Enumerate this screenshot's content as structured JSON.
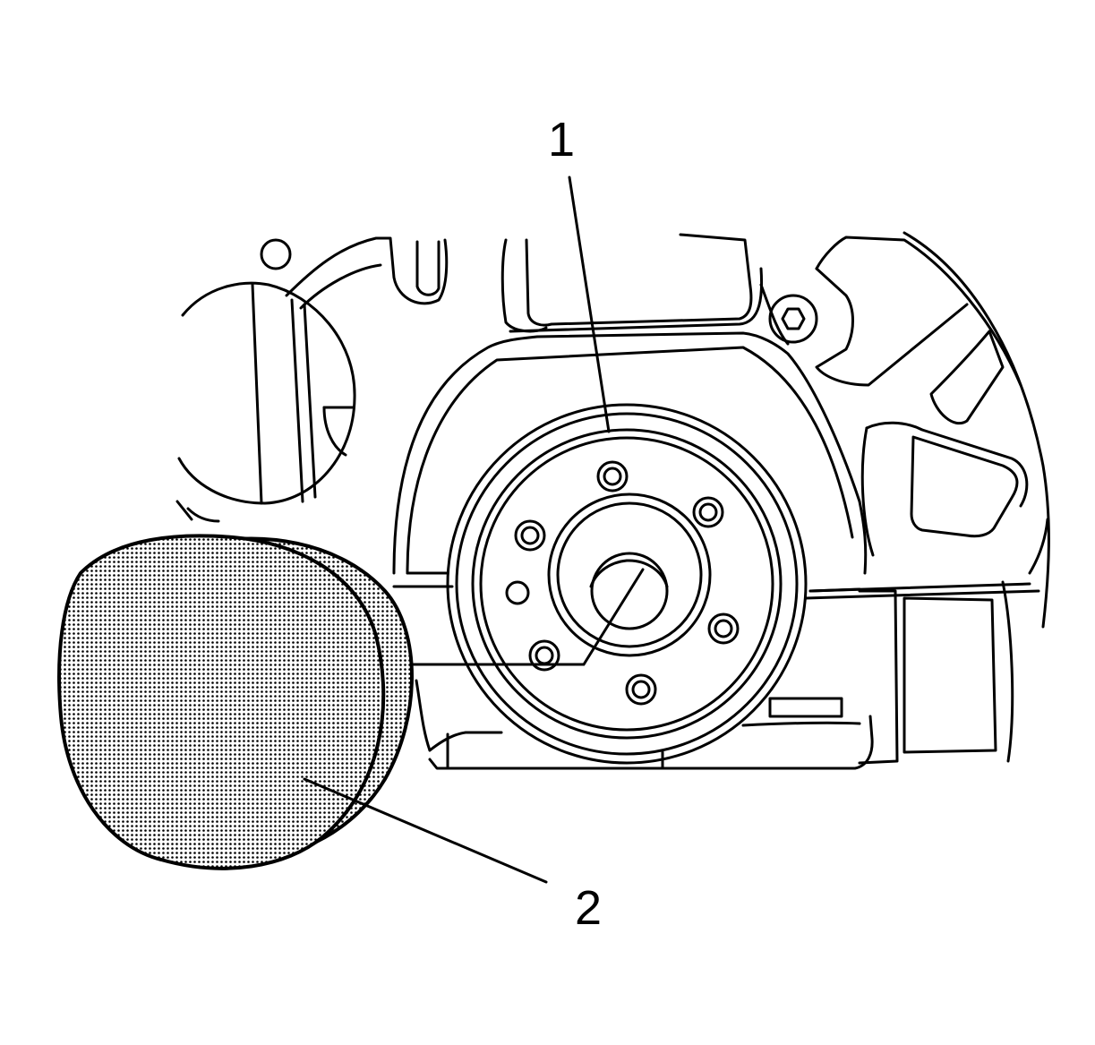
{
  "callouts": [
    {
      "id": "1",
      "label": "1"
    },
    {
      "id": "2",
      "label": "2"
    }
  ],
  "colors": {
    "ink": "#000000",
    "paper": "#ffffff",
    "stipple": "#000000"
  }
}
